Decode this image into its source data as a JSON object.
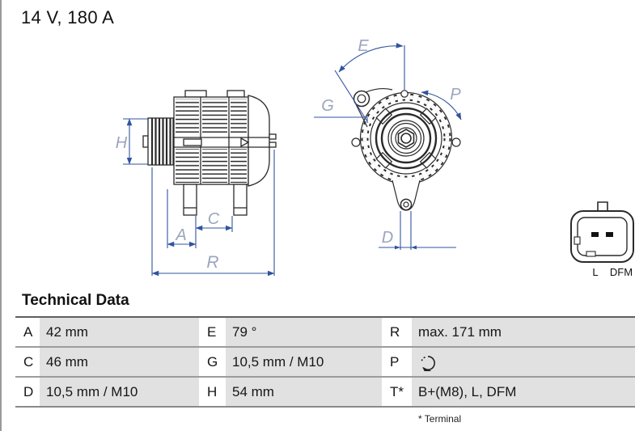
{
  "header": {
    "title": "14 V, 180 A"
  },
  "diagram": {
    "side_view": {
      "description": "alternator side elevation drawing",
      "dim_labels": {
        "H": "H",
        "A": "A",
        "C": "C",
        "R": "R"
      }
    },
    "front_view": {
      "description": "alternator front elevation drawing with rotation direction",
      "dim_labels": {
        "E": "E",
        "G": "G",
        "P": "P",
        "D": "D"
      }
    },
    "connector": {
      "description": "2-pin plug connector face view",
      "pin_labels": {
        "left": "L",
        "right": "DFM"
      }
    },
    "colors": {
      "dimension_line": "#32549e",
      "dimension_label": "#9aa4be",
      "drawing_line": "#2a2a2a",
      "table_cell_gray": "#e1e1e1"
    }
  },
  "technical_data": {
    "heading": "Technical Data",
    "rows": [
      [
        {
          "key": "A",
          "value": "42 mm"
        },
        {
          "key": "E",
          "value": "79 °"
        },
        {
          "key": "R",
          "value": "max. 171 mm"
        }
      ],
      [
        {
          "key": "C",
          "value": "46 mm"
        },
        {
          "key": "G",
          "value": "10,5 mm / M10"
        },
        {
          "key": "P",
          "value": "",
          "icon": "rotation-clockwise-icon"
        }
      ],
      [
        {
          "key": "D",
          "value": "10,5 mm / M10"
        },
        {
          "key": "H",
          "value": "54 mm"
        },
        {
          "key": "T*",
          "value": "B+(M8), L, DFM"
        }
      ]
    ],
    "footnote": "* Terminal"
  }
}
